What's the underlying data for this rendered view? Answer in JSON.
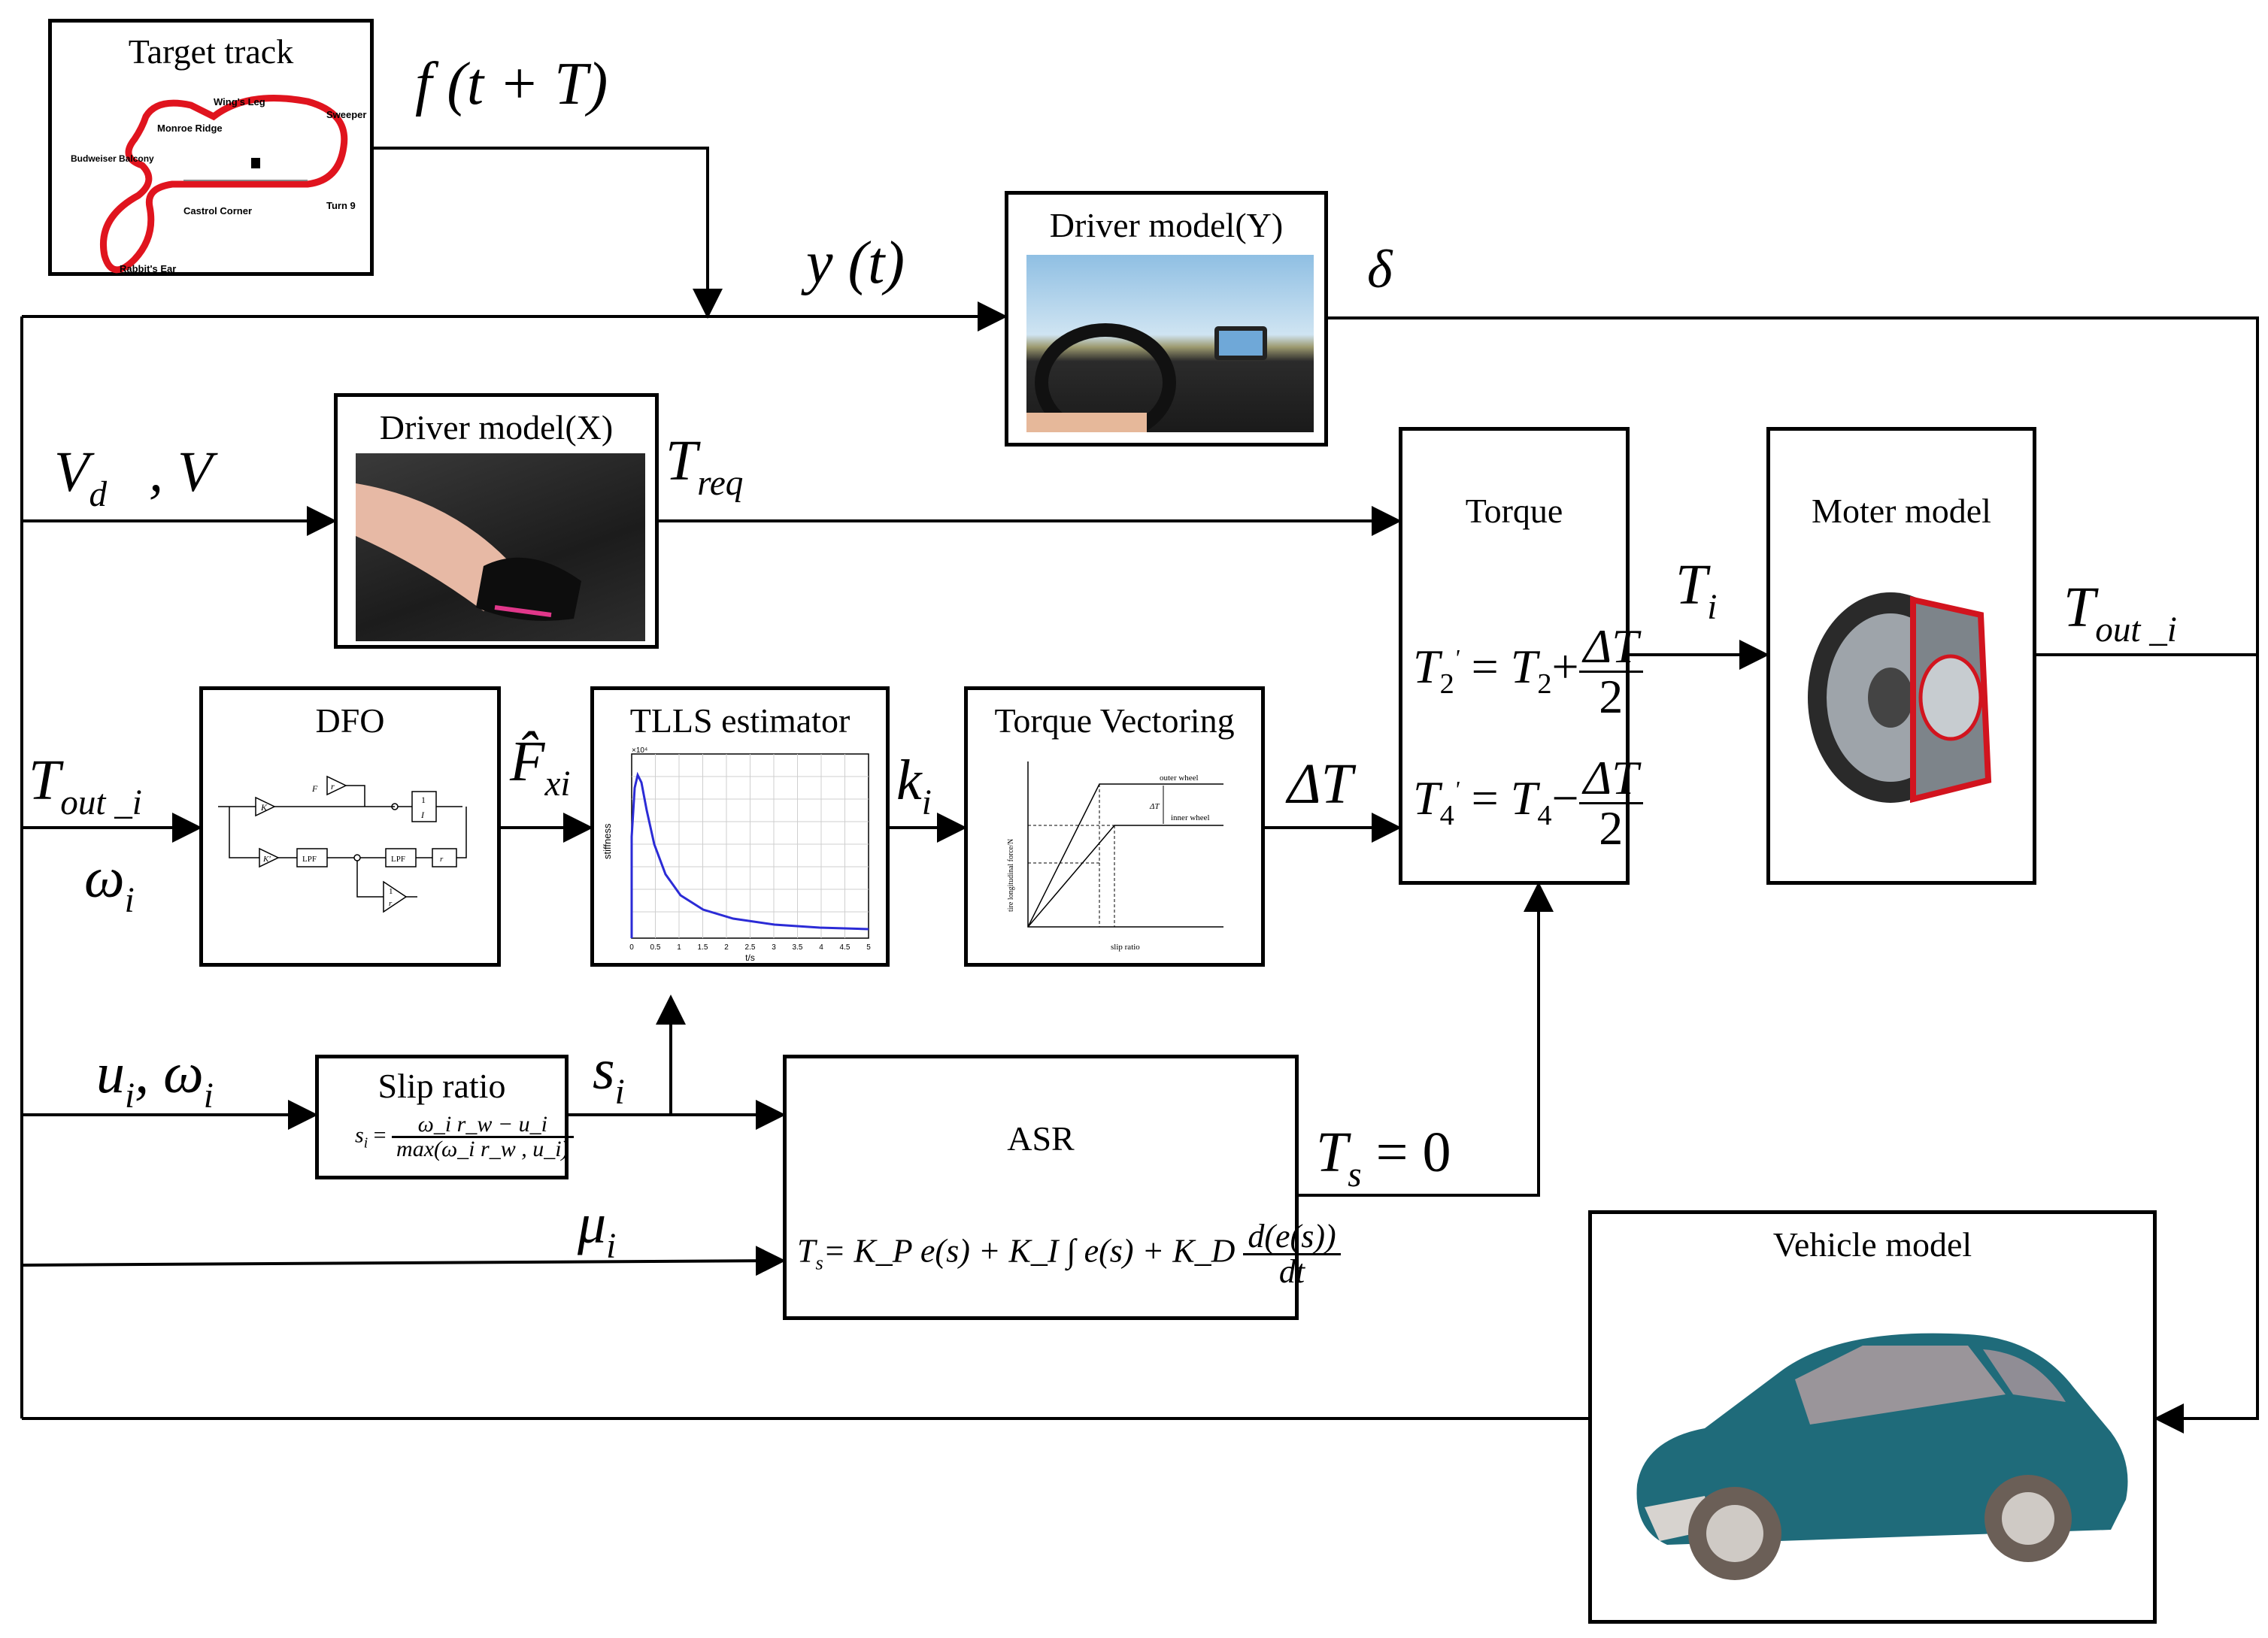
{
  "blocks": {
    "target_track": {
      "title": "Target track",
      "map_labels": [
        "Wing's Leg",
        "Sweeper",
        "Monroe Ridge",
        "Budweiser Balcony",
        "Castrol Corner",
        "Turn 9",
        "Rabbit's Ear"
      ]
    },
    "driver_y": {
      "title": "Driver model(Y)"
    },
    "driver_x": {
      "title": "Driver model(X)"
    },
    "torque": {
      "title": "Torque",
      "eq1": {
        "lhs": "T",
        "lhs_sub": "2",
        "lhs_sup": "'",
        "rhs": "T",
        "rhs_sub": "2",
        "op": "+",
        "num": "ΔT",
        "den": "2"
      },
      "eq2": {
        "lhs": "T",
        "lhs_sub": "4",
        "lhs_sup": "'",
        "rhs": "T",
        "rhs_sub": "4",
        "op": "−",
        "num": "ΔT",
        "den": "2"
      }
    },
    "motor": {
      "title": "Moter model"
    },
    "dfo": {
      "title": "DFO",
      "labels": [
        "K",
        "F",
        "r",
        "1",
        "I",
        "LPF",
        "K'",
        "LPF",
        "r",
        "1",
        "r"
      ]
    },
    "tlls": {
      "title": "TLLS estimator",
      "ylabel": "stiffness",
      "xlabel": "t/s",
      "yexp": "×10⁴",
      "xticks": [
        "0",
        "0.5",
        "1",
        "1.5",
        "2",
        "2.5",
        "3",
        "3.5",
        "4",
        "4.5",
        "5"
      ]
    },
    "torque_vectoring": {
      "title": "Torque Vectoring",
      "outer_label": "outer wheel",
      "inner_label": "inner wheel",
      "xlabel": "slip ratio",
      "ylabel": "tire longitudinal force/N",
      "delta_label": "ΔT"
    },
    "slip_ratio": {
      "title": "Slip ratio",
      "lhs": "s",
      "lhs_sub": "i",
      "num": "ω_i r_w − u_i",
      "den": "max(ω_i r_w , u_i)"
    },
    "asr": {
      "title": "ASR",
      "formula_lhs": "T",
      "formula_lhs_sub": "s",
      "formula_body": "= K_P e(s) + K_I ∫ e(s) + K_D",
      "formula_num": "d(e(s))",
      "formula_den": "dt"
    },
    "vehicle": {
      "title": "Vehicle model"
    }
  },
  "signals": {
    "f_t_T": "f (t + T)",
    "y_t": "y (t)",
    "delta": "δ",
    "Vd": {
      "base": "V",
      "sub": "d"
    },
    "V": ", V",
    "Treq": {
      "base": "T",
      "sub": "req"
    },
    "Ti": {
      "base": "T",
      "sub": "i"
    },
    "Tout_right": {
      "base": "T",
      "sub": "out _i"
    },
    "Tout_left": {
      "base": "T",
      "sub": "out _i"
    },
    "omega_left": {
      "base": "ω",
      "sub": "i"
    },
    "Fxi": {
      "base": "F̂",
      "sub": "xi"
    },
    "ki": {
      "base": "k",
      "sub": "i"
    },
    "deltaT": "ΔT",
    "ui_omegai": {
      "a": "u",
      "a_sub": "i",
      "sep": ", ",
      "b": "ω",
      "b_sub": "i"
    },
    "si": {
      "base": "s",
      "sub": "i"
    },
    "Ts0": {
      "base": "T",
      "sub": "s",
      "rest": " = 0"
    },
    "mui": {
      "base": "μ",
      "sub": "i"
    }
  },
  "colors": {
    "track": "#e0141e",
    "curve": "#2b2bd6",
    "line": "#000000"
  }
}
